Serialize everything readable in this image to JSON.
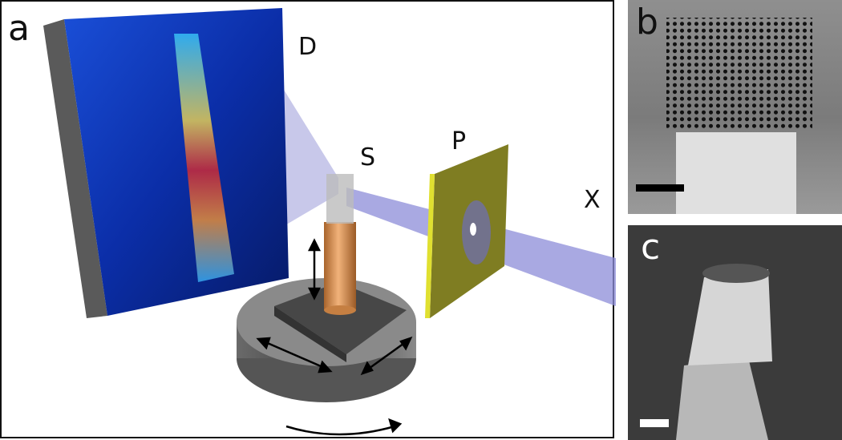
{
  "figure": {
    "panels": [
      {
        "id": "a",
        "label": "a",
        "description": "Schematic of coherent X-ray diffraction setup"
      },
      {
        "id": "b",
        "label": "b",
        "description": "Micrograph of sample with overlaid scan grid positions"
      },
      {
        "id": "c",
        "label": "c",
        "description": "SEM image of sample mounted on tip"
      }
    ],
    "panel_a": {
      "label": "a",
      "components": {
        "detector": "D",
        "sample": "S",
        "pinhole": "P",
        "xray_beam": "X"
      },
      "colors": {
        "beam": "#9a9ad8",
        "pinhole_plate": "#b5b52a",
        "sample_post": "#d08a4a",
        "stage": "#6e6e6e",
        "detector_frame": "#5a5a5a"
      }
    },
    "panel_b": {
      "label": "b",
      "scale_bar_color": "#000000"
    },
    "panel_c": {
      "label": "c",
      "scale_bar_color": "#ffffff"
    }
  }
}
